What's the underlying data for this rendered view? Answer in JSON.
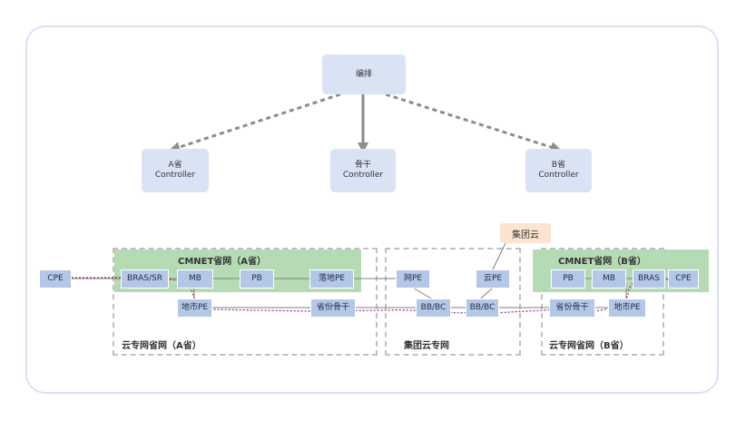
{
  "orchestrator": "编排",
  "controllers": {
    "a": [
      "A省",
      "Controller"
    ],
    "backbone": [
      "骨干",
      "Controller"
    ],
    "b": [
      "B省",
      "Controller"
    ]
  },
  "cloud": "集团云",
  "zones": {
    "cmnet_a": "CMNET省网（A省）",
    "cmnet_b": "CMNET省网（B省）",
    "cloud_prov_a": "云专网省网（A省）",
    "group_cloud": "集团云专网",
    "cloud_prov_b": "云专网省网（B省）"
  },
  "nodes": {
    "cpe_left": "CPE",
    "bras_sr": "BRAS/SR",
    "mb_a": "MB",
    "pb_a": "PB",
    "luodi_pe": "落地PE",
    "net_pe": "网PE",
    "cloud_pe": "云PE",
    "city_pe_a": "地市PE",
    "prov_backbone_a": "省份骨干",
    "bbbc_1": "BB/BC",
    "bbbc_2": "BB/BC",
    "pb_b": "PB",
    "mb_b": "MB",
    "bras_b": "BRAS",
    "cpe_right": "CPE",
    "prov_backbone_b": "省份骨干",
    "city_pe_b": "地市PE"
  },
  "colors": {
    "node": "#b4c7e7",
    "controller": "#dae3f3",
    "cmnet": "#b6dbb4",
    "cloud": "#fce4d0",
    "arrow": "#8c8c8c",
    "path": "#8e2a86"
  }
}
